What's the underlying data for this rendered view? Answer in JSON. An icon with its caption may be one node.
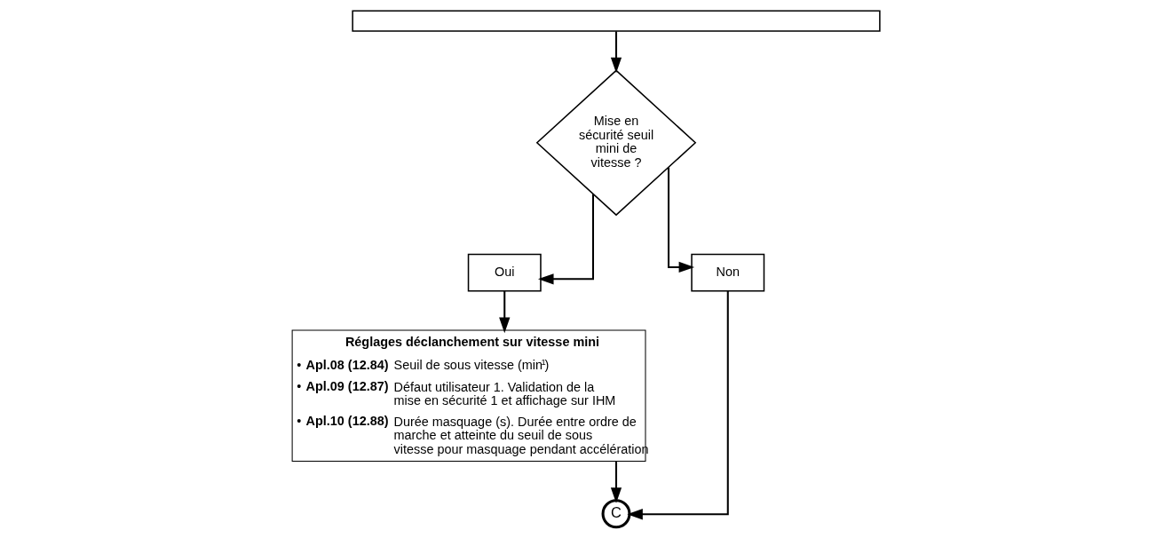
{
  "diagram": {
    "nodes": [
      {
        "text": [],
        "shape": "box"
      },
      {
        "text": [
          "Mise en sécurité seuil mini de vitesse ?"
        ]
      },
      {
        "text": [
          "Oui"
        ]
      },
      {
        "text": [
          "Non"
        ]
      },
      {
        "text": [
          "Réglages déclanchement sur vitesse mini",
          "• **Apl.08 (12.84)** Seuil de sous vitesse (min$^{-1}$)",
          "• **Apl.09 (12.87)** Défaut utilisateur 1. Validation de la mise en sécurité 1 et affichage sur IHM",
          "• **Apl.10 (12.88)** Durée masquage (s). Durée entre ordre de marche et atteinte du seuil de sous vitesse pour masquage pendant accélération"
        ]
      },
      {
        "text": [
          "C"
        ]
      }
    ],
    "edges": [
      {
        "from": 0,
        "to": 1,
        "arrow": "to"
      },
      {
        "from": 1,
        "to": 2,
        "arrow": "to"
      },
      {
        "from": 1,
        "to": 3,
        "arrow": "to"
      },
      {
        "from": 2,
        "to": 4,
        "arrow": "to"
      },
      {
        "from": 4,
        "to": 5,
        "arrow": "to"
      },
      {
        "from": 3,
        "to": 5,
        "arrow": "to"
      }
    ]
  }
}
